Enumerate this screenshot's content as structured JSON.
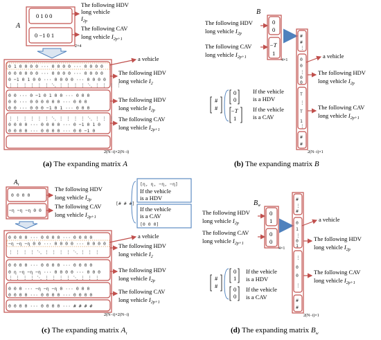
{
  "captions": {
    "a_label": "(a)",
    "a_text": "The expanding matrix",
    "a_sym": "A",
    "b_label": "(b)",
    "b_text": "The expanding matrix",
    "b_sym": "B",
    "c_label": "(c)",
    "c_text": "The expanding matrix",
    "c_sym": "A",
    "c_sub": "τ",
    "d_label": "(d)",
    "d_text": "The expanding matrix",
    "d_sym": "B",
    "d_sub": "w"
  },
  "labels": {
    "vehicle": "a vehicle",
    "following_hdv": "The following HDV",
    "following_cav": "The following CAV",
    "long_vehicle": "long vehicle",
    "sub_2p": "2p",
    "sub_2p1": "2p+1",
    "sub_2": "2",
    "if_the_vehicle": "If the vehicle",
    "is_hdv": "is a HDV",
    "is_cav": "is a CAV"
  },
  "symbols": {
    "A": "A",
    "B": "B",
    "A_tau": "A",
    "tau": "τ",
    "B_w": "B",
    "w": "w",
    "I": "I",
    "dim_a": "2(N−i)×2(N−i)",
    "dim_b": "2(N−i)×1",
    "dim_c": "2(N−i)×2(N−i)",
    "dim_d": "2(N−i)×1",
    "dim_2x4": "2×4",
    "dim_4x1": "4×1"
  },
  "matrices": {
    "a_top_row1": "0   1   0   0",
    "a_top_row2": "0  −1   0   1",
    "a_rows": [
      "0 1 0 0 0 0 ··· 0 0 0 0 ··· 0 0 0 0",
      "0 0 0 0 0 0 ··· 0 0 0 0 ··· 0 0 0 0",
      "0 −1 0 1 0 0 ··· 0 0 0 0 ··· 0 0 0 0",
      "⋮ ⋮ ⋮ ⋮ ⋮ ⋮ ⋱ ⋮ ⋮ ⋮ ⋮ ⋱ ⋮ ⋮ ⋮ ⋮",
      "0 0 ··· 0 −1 0 1 0 0 ··· 0 0 0",
      "0 0 ··· 0 0 0 0 0 0 ··· 0 0 0",
      "0 0 ··· 0 0 0 −1 0 1 ··· 0 0 0",
      "⋮ ⋮ ⋮ ⋮ ⋮ ⋮ ⋱ ⋮ ⋮ ⋮ ⋮ ⋱ ⋮ ⋮ ⋮",
      "0 0 0 0 ··· 0 0 0 0 ··· 0 −1 0 1 0",
      "0 0 0 0 ··· 0 0 0 0 ··· 0 0 −1 0"
    ],
    "b_vec": [
      "0",
      "0",
      "−T",
      "1"
    ],
    "b_tall": [
      "#",
      "#",
      "⋮",
      "0",
      "0",
      "⋮",
      "0",
      "0",
      "T",
      "⋮",
      "T",
      "1",
      "⋮",
      "#",
      "#"
    ],
    "b_hdv": [
      "0",
      "0"
    ],
    "b_cav": [
      "−T",
      "1"
    ],
    "b_hash": [
      "#",
      "#"
    ],
    "c_top_row1": "0   0   0   0",
    "c_top_row2": "−η  −η  −η  0  0",
    "c_eta": "[η, η, −η, −η]",
    "c_hash": "[# # #]",
    "c_zero": "[0 0 0]",
    "c_rows": [
      "0 0 0 0 ··· 0 0 0 0 ··· 0 0 0 0",
      "−η −η −η 0 0 ··· 0 0 0 0 ··· 0 0 0 0",
      "⋮ ⋮ ⋮ ⋮ ⋱ ⋮ ⋮ ⋮ ⋮ ⋱ ⋮ ⋮ ⋮",
      "0 0 0 0 ··· 0 0 0 0 ··· 0 0 0 0",
      "0 η −η −η −η ··· 0 0 0 0 ··· 0 0 0",
      "⋮ ⋮ ⋮ ⋮ ⋱ ⋮ ⋮ ⋮ ⋮ ⋱ ⋮ ⋮ ⋮",
      "0 0 0 ··· −η −η −η 0 ··· 0 0 0",
      "0 0 0 0 ··· 0 0 0 0 ··· 0 0 0 0",
      "0 0 0 0 ··· 0 0 0 0 ··· # # # #"
    ],
    "d_vec": [
      "0",
      "1",
      "0",
      "0"
    ],
    "d_tall": [
      "#",
      "⋮",
      "#",
      "0",
      "1",
      "⋮",
      "0",
      "1",
      "⋮",
      "0",
      "0",
      "⋮",
      "#",
      "#"
    ],
    "d_hdv": [
      "0",
      "1"
    ],
    "d_cav": [
      "0",
      "0"
    ],
    "d_hash": [
      "#",
      "#"
    ]
  }
}
